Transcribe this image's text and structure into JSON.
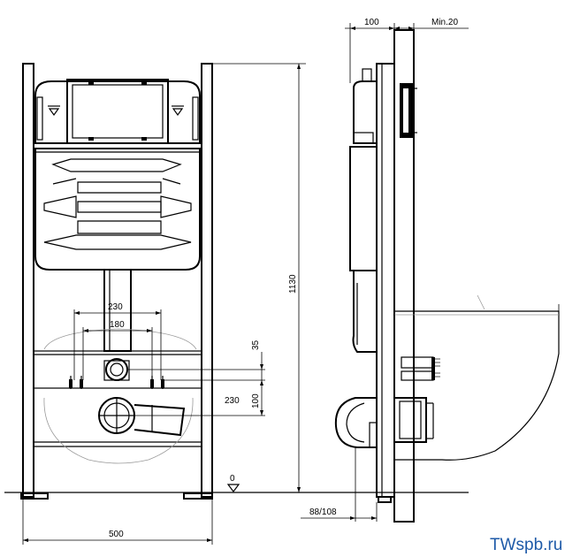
{
  "dimensions": {
    "width_500": "500",
    "height_1130": "1130",
    "spacing_230_top": "230",
    "spacing_180": "180",
    "offset_35": "35",
    "offset_100": "100",
    "spacing_230_side": "230",
    "zero_level": "0",
    "depth_100": "100",
    "min_20": "Min.20",
    "depth_88_108": "88/108"
  },
  "watermark": "TWspb.ru"
}
